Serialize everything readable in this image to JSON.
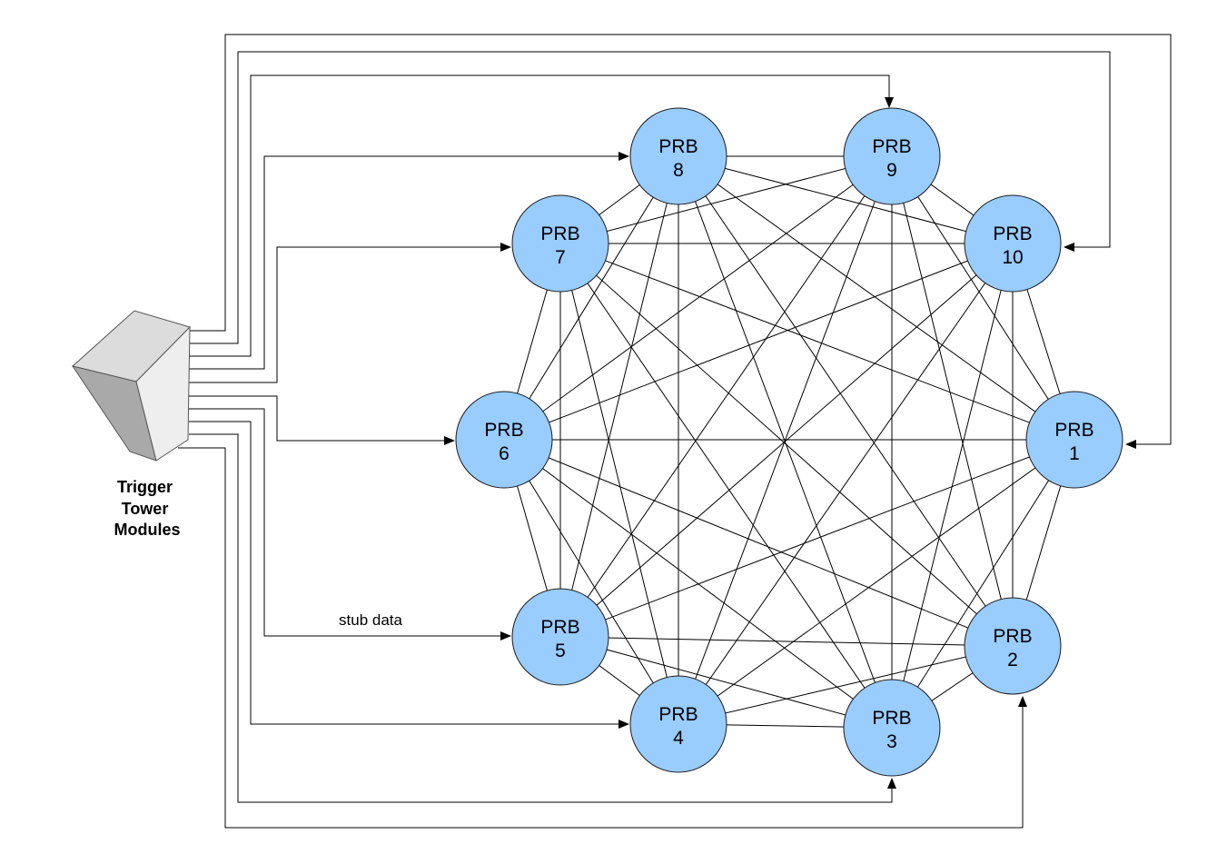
{
  "diagram": {
    "source": {
      "label_lines": [
        "Trigger",
        "Tower",
        "Modules"
      ]
    },
    "boards": [
      {
        "id": "1",
        "line1": "PRB",
        "line2": "1"
      },
      {
        "id": "2",
        "line1": "PRB",
        "line2": "2"
      },
      {
        "id": "3",
        "line1": "PRB",
        "line2": "3"
      },
      {
        "id": "4",
        "line1": "PRB",
        "line2": "4"
      },
      {
        "id": "5",
        "line1": "PRB",
        "line2": "5"
      },
      {
        "id": "6",
        "line1": "PRB",
        "line2": "6"
      },
      {
        "id": "7",
        "line1": "PRB",
        "line2": "7"
      },
      {
        "id": "8",
        "line1": "PRB",
        "line2": "8"
      },
      {
        "id": "9",
        "line1": "PRB",
        "line2": "9"
      },
      {
        "id": "10",
        "line1": "PRB",
        "line2": "10"
      }
    ],
    "edge_label": "stub data",
    "colors": {
      "node_fill": "#99ccff",
      "node_stroke": "#1a1a1a",
      "line": "#000000",
      "box_top": "#dcdcdc",
      "box_front": "#eeeeee",
      "box_side": "#a9a9a9"
    }
  }
}
